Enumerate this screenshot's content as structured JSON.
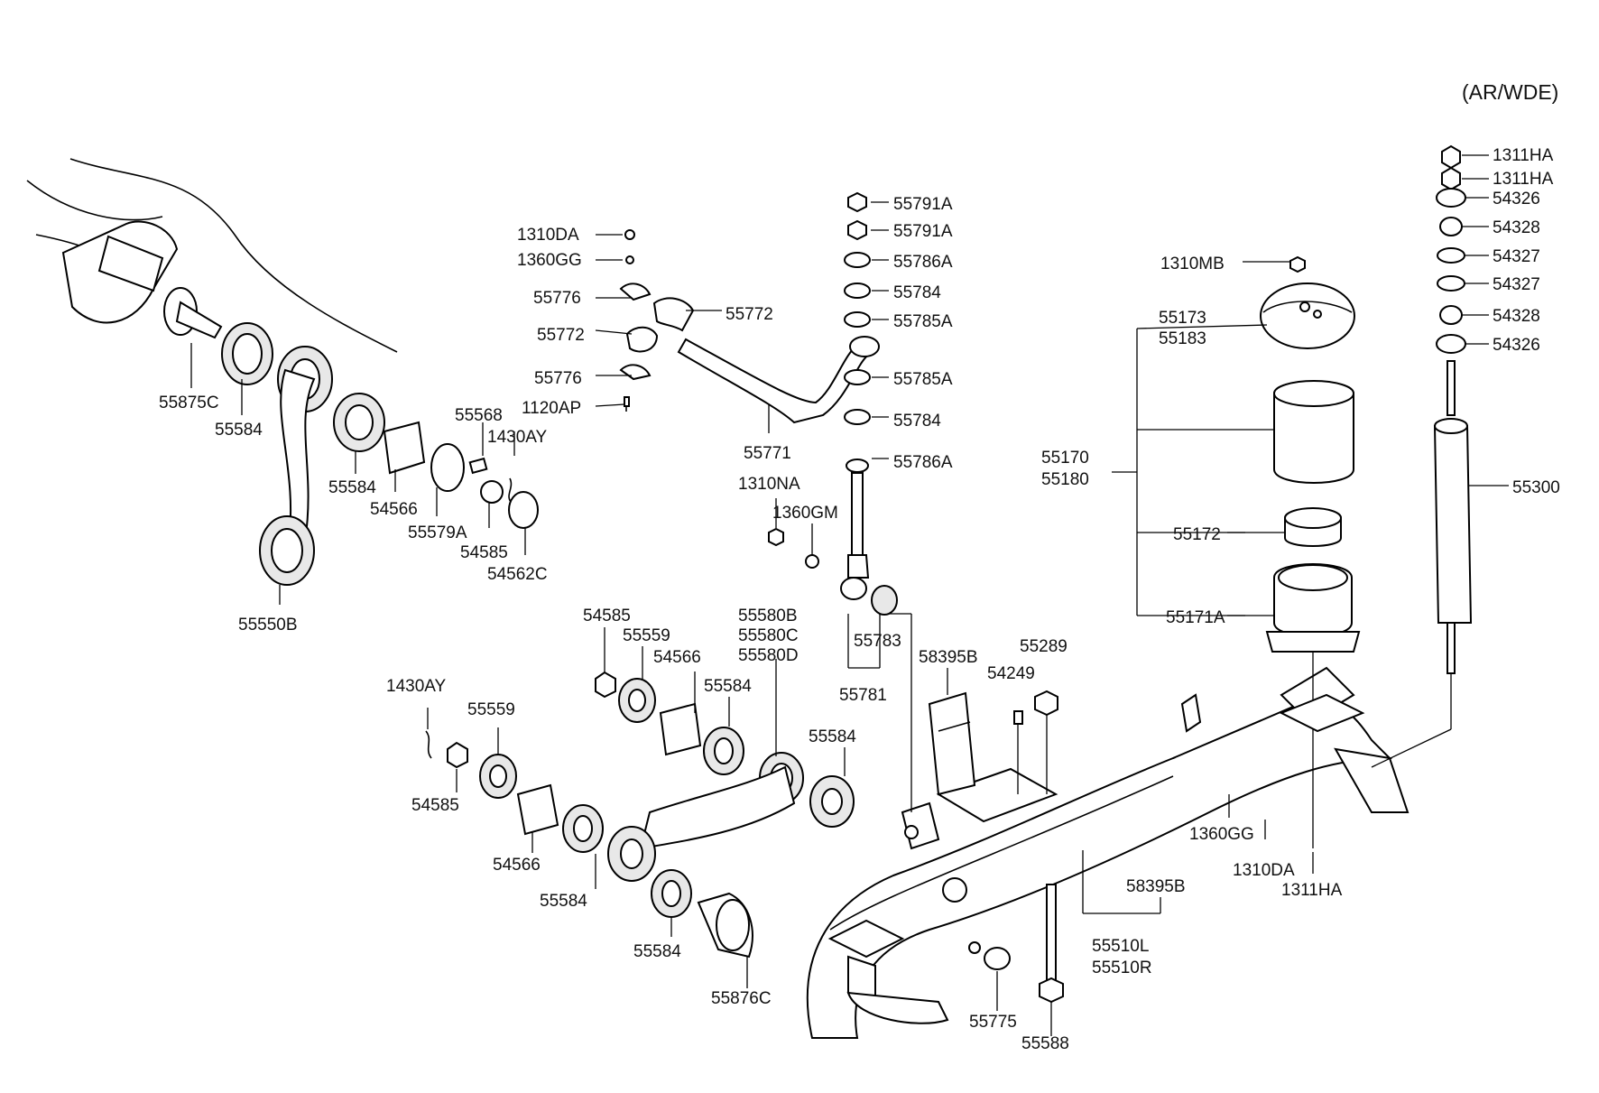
{
  "variant_label": "(AR/WDE)",
  "part_labels": [
    "55875C",
    "55584",
    "55584",
    "54566",
    "55579A",
    "55568",
    "1430AY",
    "54585",
    "54562C",
    "55550B",
    "1310DA",
    "1360GG",
    "55776",
    "55772",
    "55772",
    "55776",
    "1120AP",
    "55771",
    "55791A",
    "55791A",
    "55786A",
    "55784",
    "55785A",
    "55785A",
    "55784",
    "55786A",
    "1310NA",
    "1360GM",
    "55783",
    "55781",
    "54585",
    "55559",
    "54566",
    "55584",
    "55580B",
    "55580C",
    "55580D",
    "55584",
    "1430AY",
    "55559",
    "54585",
    "54566",
    "55584",
    "55584",
    "55876C",
    "58395B",
    "54249",
    "55289",
    "55775",
    "55588",
    "58395B",
    "55510L",
    "55510R",
    "1310MB",
    "55173",
    "55183",
    "55170",
    "55180",
    "55172",
    "55171A",
    "1360GG",
    "1310DA",
    "1311HA",
    "1311HA",
    "1311HA",
    "54326",
    "54328",
    "54327",
    "54327",
    "54328",
    "54326",
    "55300"
  ]
}
